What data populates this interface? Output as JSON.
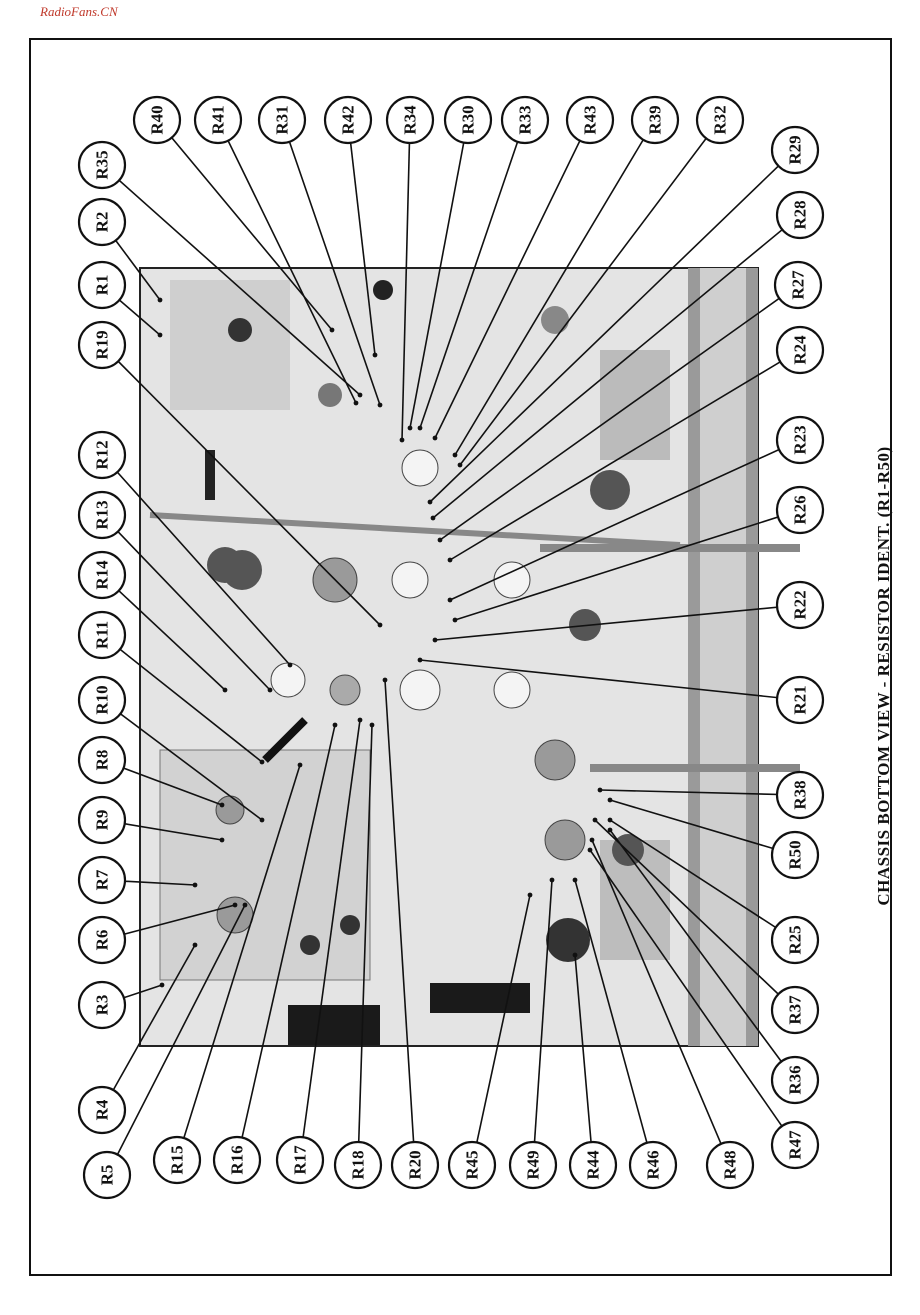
{
  "watermark": "RadioFans.CN",
  "caption": "CHASSIS BOTTOM VIEW - RESISTOR IDENT.  (R1-R50)",
  "colors": {
    "ink": "#111111",
    "watermark": "#c0392b",
    "photo_bg": "#e4e4e4"
  },
  "labels": {
    "top": [
      "R35",
      "R2",
      "R1",
      "R19",
      "R12",
      "R13",
      "R14",
      "R11",
      "R10",
      "R8",
      "R9",
      "R7",
      "R6",
      "R3"
    ],
    "top_right": [
      "R40",
      "R41",
      "R31",
      "R42",
      "R34",
      "R30",
      "R33",
      "R43",
      "R39",
      "R32",
      "R29"
    ],
    "right": [
      "R28",
      "R27",
      "R24",
      "R23",
      "R26",
      "R22",
      "R21",
      "R38",
      "R50",
      "R25",
      "R37",
      "R36",
      "R47"
    ],
    "bottom": [
      "R4",
      "R5",
      "R15",
      "R16",
      "R17",
      "R18",
      "R20",
      "R45",
      "R49",
      "R44",
      "R46",
      "R48"
    ]
  }
}
